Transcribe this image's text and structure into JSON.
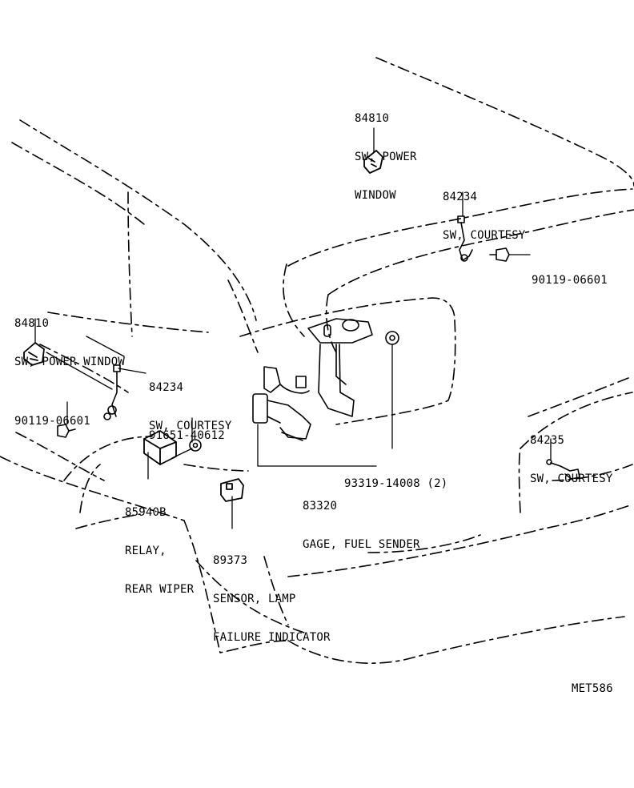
{
  "parts": {
    "power_window_top": {
      "number": "84810",
      "line1": "SW, POWER",
      "line2": "WINDOW"
    },
    "courtesy_top": {
      "number": "84234",
      "name": "SW, COURTESY"
    },
    "bolt_right": {
      "number": "90119-06601"
    },
    "power_window_left": {
      "number": "84810",
      "name": "SW, POWER WINDOW"
    },
    "courtesy_left": {
      "number": "84234",
      "name": "SW, COURTESY"
    },
    "bolt_left": {
      "number": "90119-06601"
    },
    "nut": {
      "number": "91651-40612"
    },
    "relay": {
      "number": "85940B",
      "line1": "RELAY,",
      "line2": "REAR WIPER"
    },
    "gasket": {
      "number": "93319-14008 (2)"
    },
    "fuel_gage": {
      "number": "83320",
      "name": "GAGE, FUEL SENDER"
    },
    "courtesy_rear": {
      "number": "84235",
      "name": "SW, COURTESY"
    },
    "sensor": {
      "number": "89373",
      "line1": "SENSOR, LAMP",
      "line2": "FAILURE INDICATOR"
    }
  },
  "drawing_code": "MET586",
  "colors": {
    "ink": "#000000",
    "paper": "#ffffff"
  }
}
